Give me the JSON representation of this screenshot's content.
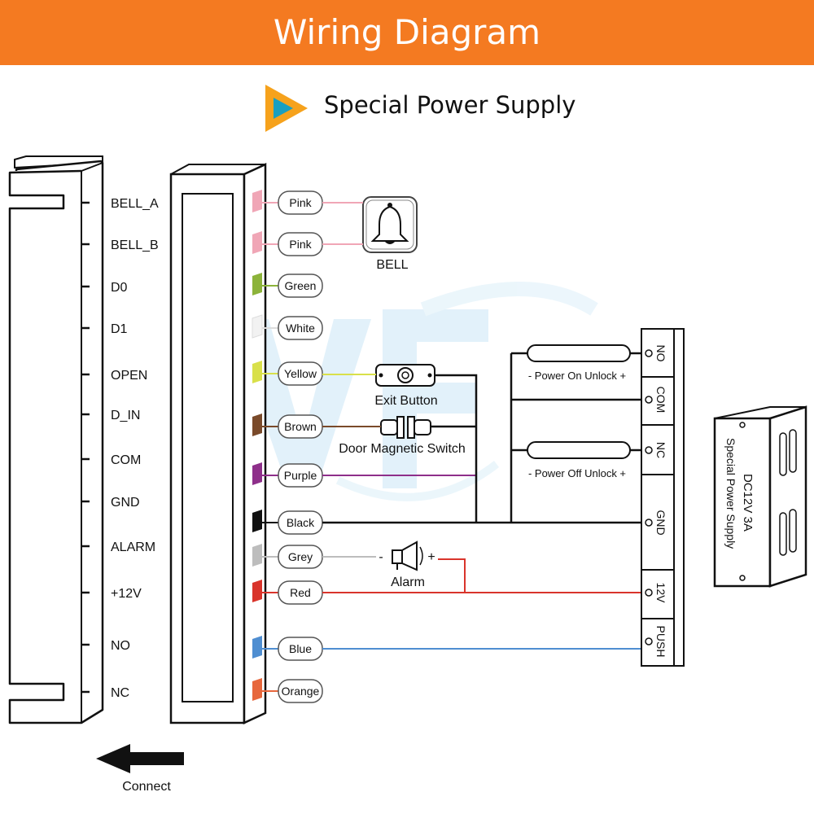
{
  "header": {
    "title": "Wiring Diagram"
  },
  "subtitle": {
    "text": "Special Power Supply",
    "icon": "play-arrow-icon"
  },
  "pins": [
    "BELL_A",
    "BELL_B",
    "D0",
    "D1",
    "OPEN",
    "D_IN",
    "COM",
    "GND",
    "ALARM",
    "+12V",
    "NO",
    "NC"
  ],
  "wires": [
    {
      "label": "Pink",
      "color": "#f0a6b6"
    },
    {
      "label": "Pink",
      "color": "#f0a6b6"
    },
    {
      "label": "Green",
      "color": "#8cb33a"
    },
    {
      "label": "White",
      "color": "#f2f2f2"
    },
    {
      "label": "Yellow",
      "color": "#d9e04a"
    },
    {
      "label": "Brown",
      "color": "#7a4a2a"
    },
    {
      "label": "Purple",
      "color": "#8e2f8a"
    },
    {
      "label": "Black",
      "color": "#111111"
    },
    {
      "label": "Grey",
      "color": "#bdbdbd"
    },
    {
      "label": "Red",
      "color": "#d9342b"
    },
    {
      "label": "Blue",
      "color": "#4f8ed1"
    },
    {
      "label": "Orange",
      "color": "#e7673c"
    }
  ],
  "devices": {
    "bell": "BELL",
    "exit_button": "Exit Button",
    "door_switch": "Door Magnetic Switch",
    "alarm": "Alarm",
    "alarm_minus": "-",
    "alarm_plus": "+",
    "power_on_unlock": "- Power On Unlock +",
    "power_off_unlock": "- Power Off Unlock +"
  },
  "terminals": [
    "NO",
    "COM",
    "NC",
    "GND",
    "12V",
    "PUSH"
  ],
  "power_supply": {
    "line1": "DC12V 3A",
    "line2": "Special Power Supply"
  },
  "footer": {
    "connect": "Connect"
  }
}
